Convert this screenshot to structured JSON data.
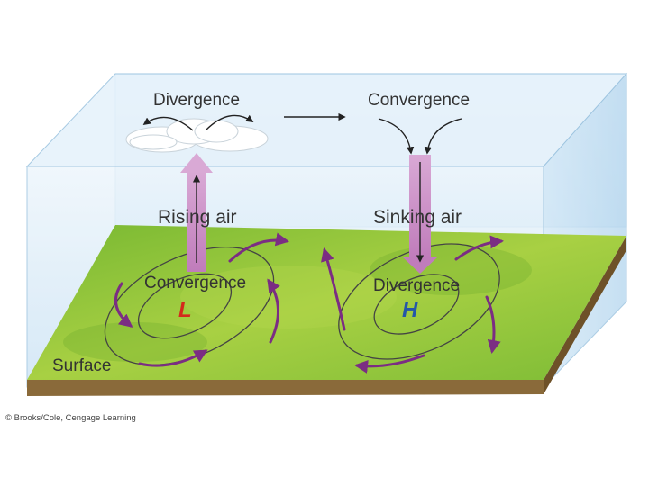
{
  "labels": {
    "top_left": "Divergence",
    "top_right": "Convergence",
    "rising": "Rising air",
    "sinking": "Sinking air",
    "surface_left": "Convergence",
    "surface_right": "Divergence",
    "surface": "Surface"
  },
  "pressure": {
    "low": "L",
    "high": "H",
    "low_color": "#d42a1c",
    "high_color": "#2457a8"
  },
  "credit": "© Brooks/Cole, Cengage Learning",
  "colors": {
    "ground": "#8cc43a",
    "sky": "#d8ecf8",
    "arrow_purple": "#7b2d83",
    "air_column": "#c98fc4",
    "soil": "#8a6a3a"
  },
  "icons": [
    "cloud-icon",
    "arrow-icon"
  ]
}
